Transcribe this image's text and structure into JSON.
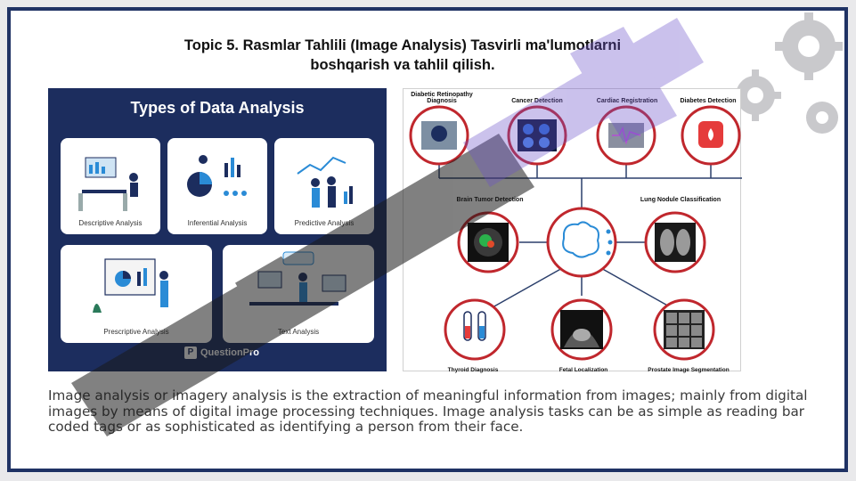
{
  "slide": {
    "title_line1": "Topic 5. Rasmlar Tahlili (Image Analysis) Tasvirli ma'lumotlarni",
    "title_line2": "boshqarish va tahlil qilish.",
    "body": "Image analysis or imagery analysis is the extraction of meaningful information from images; mainly from digital images by means of digital image processing techniques. Image analysis tasks can be as simple as reading bar coded tags or as sophisticated as identifying a person from their face."
  },
  "types_panel": {
    "title": "Types of Data Analysis",
    "cards": [
      {
        "label": "Descriptive Analysis"
      },
      {
        "label": "Inferential Analysis"
      },
      {
        "label": "Predictive Analysis"
      },
      {
        "label": "Prescriptive Analysis"
      },
      {
        "label": "Text Analysis"
      }
    ],
    "brand": "QuestionPro",
    "brand_mark": "P"
  },
  "medical_panel": {
    "labels": {
      "diabetic_retinopathy": "Diabetic Retinopathy Diagnosis",
      "cancer": "Cancer Detection",
      "cardiac": "Cardiac Registration",
      "diabetes": "Diabetes Detection",
      "brain_tumor": "Brain Tumor Detection",
      "lung_nodule": "Lung Nodule Classification",
      "thyroid": "Thyroid Diagnosis",
      "fetal": "Fetal Localization",
      "prostate": "Prostate Image Segmentation"
    }
  },
  "colors": {
    "frame": "#1f3264",
    "panel_navy": "#1c2d5e",
    "ring_red": "#c0272d",
    "watermark": "#1a1a1a",
    "watermark_purple": "#6a4fc9"
  }
}
